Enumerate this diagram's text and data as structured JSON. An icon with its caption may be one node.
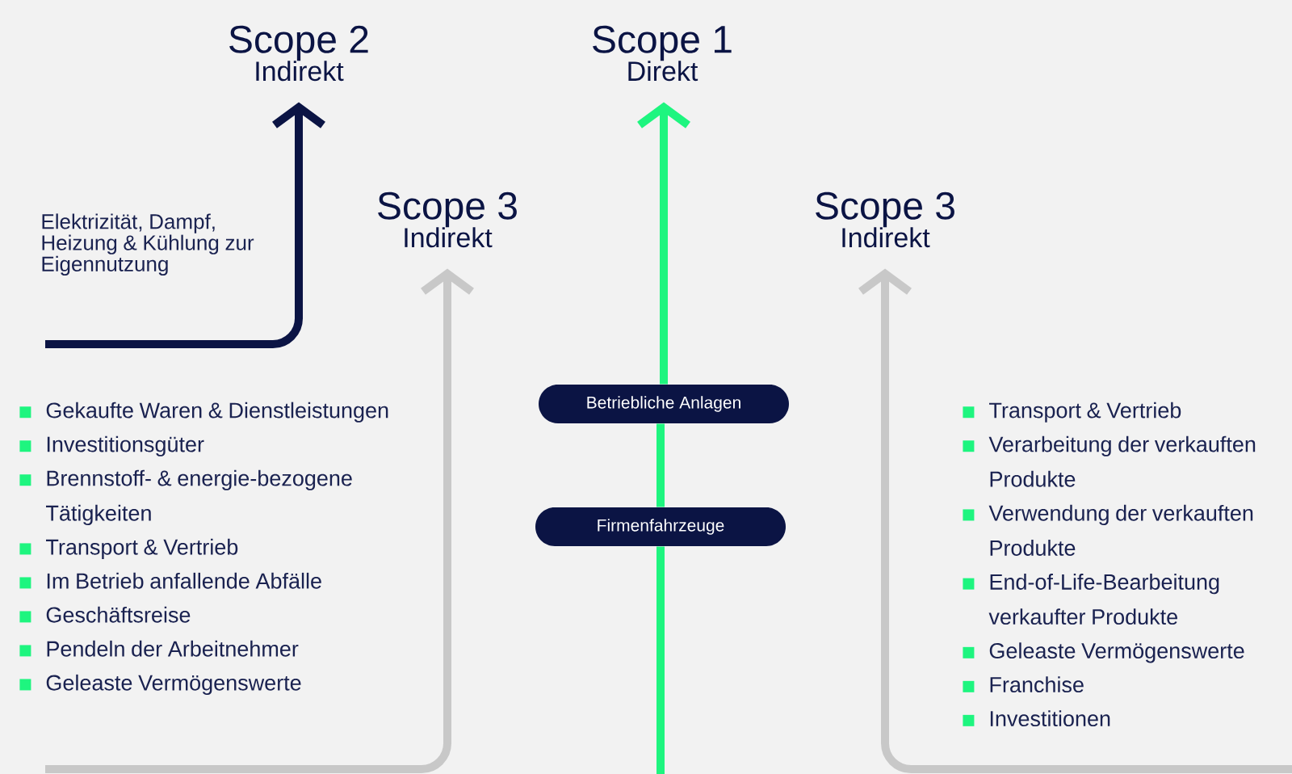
{
  "diagram": {
    "nodes": [
      {
        "text": [
          "Scope 2",
          "Indirekt"
        ]
      },
      {
        "text": [
          "Scope 1",
          "Direkt"
        ]
      },
      {
        "text": [
          "Scope 3",
          "Indirekt"
        ]
      },
      {
        "text": [
          "Scope 3",
          "Indirekt"
        ]
      },
      {
        "text": [
          "Betriebliche Anlagen"
        ]
      },
      {
        "text": [
          "Firmenfahrzeuge"
        ]
      }
    ],
    "edges": [
      {
        "from": null,
        "to": 0,
        "arrow": "to",
        "color": "#0b1444"
      },
      {
        "from": null,
        "to": 5,
        "arrow": "none",
        "color": "#1ef57f"
      },
      {
        "from": 5,
        "to": 4,
        "arrow": "none",
        "color": "#1ef57f"
      },
      {
        "from": 4,
        "to": 1,
        "arrow": "to",
        "color": "#1ef57f"
      },
      {
        "from": null,
        "to": 2,
        "arrow": "to",
        "color": "#c8c8c8"
      },
      {
        "from": null,
        "to": 3,
        "arrow": "to",
        "color": "#c8c8c8"
      }
    ],
    "labels": [
      "Elektrizität, Dampf, Heizung & Kühlung zur Eigennutzung",
      "Gekaufte Waren & Dienstleistungen",
      "Investitionsgüter",
      "Brennstoff- & energie-bezogene Tätigkeiten",
      "Transport & Vertrieb",
      "Im Betrieb anfallende Abfälle",
      "Geschäftsreise",
      "Pendeln der Arbeitnehmer",
      "Geleaste Vermögenswerte",
      "Transport & Vertrieb",
      "Verarbeitung der verkauften Produkte",
      "Verwendung der verkauften Produkte",
      "End-of-Life-Bearbeitung verkaufter Produkte",
      "Geleaste Vermögenswerte",
      "Franchise",
      "Investitionen"
    ]
  }
}
